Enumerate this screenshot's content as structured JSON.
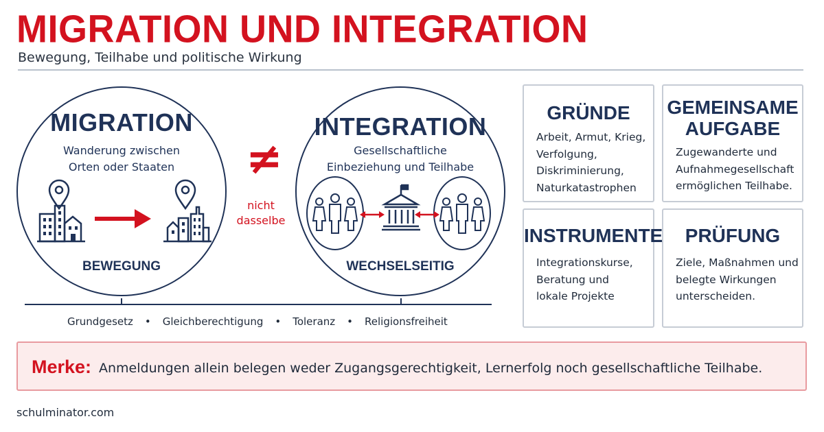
{
  "header": {
    "title": "MIGRATION UND INTEGRATION",
    "subtitle": "Bewegung, Teilhabe und politische Wirkung"
  },
  "migration": {
    "heading": "MIGRATION",
    "line1": "Wanderung zwischen",
    "line2": "Orten oder Staaten",
    "footer": "BEWEGUNG"
  },
  "integration": {
    "heading": "INTEGRATION",
    "line1": "Gesellschaftliche",
    "line2": "Einbeziehung und Teilhabe",
    "footer": "WECHSELSEITIG"
  },
  "comparison": {
    "symbol": "≠",
    "line1": "nicht",
    "line2": "dasselbe"
  },
  "values": [
    "Grundgesetz",
    "Gleichberechtigung",
    "Toleranz",
    "Religionsfreiheit"
  ],
  "separator": "•",
  "boxes": {
    "gruende": {
      "heading": "GRÜNDE",
      "lines": [
        "Arbeit, Armut, Krieg,",
        "Verfolgung,",
        "Diskriminierung,",
        "Naturkatastrophen"
      ]
    },
    "aufgabe": {
      "heading1": "GEMEINSAME",
      "heading2": "AUFGABE",
      "lines": [
        "Zugewanderte und",
        "Aufnahmegesellschaft",
        "ermöglichen Teilhabe."
      ]
    },
    "instrumente": {
      "heading": "INSTRUMENTE",
      "lines": [
        "Integrationskurse,",
        "Beratung und",
        "lokale Projekte"
      ]
    },
    "pruefung": {
      "heading": "PRÜFUNG",
      "lines": [
        "Ziele, Maßnahmen und",
        "belegte Wirkungen",
        "unterscheiden."
      ]
    }
  },
  "note": {
    "label": "Merke:",
    "text": "Anmeldungen allein belegen weder Zugangsgerechtigkeit, Lernerfolg noch gesellschaftliche Teilhabe."
  },
  "footer": "schulminator.com",
  "colors": {
    "accent_red": "#d3121f",
    "navy": "#1f3257",
    "note_bg": "#fcecec"
  },
  "icons": [
    "location-pin-icon",
    "city-buildings-icon",
    "arrow-right-icon",
    "people-icon",
    "institution-building-icon",
    "double-arrow-icon"
  ]
}
